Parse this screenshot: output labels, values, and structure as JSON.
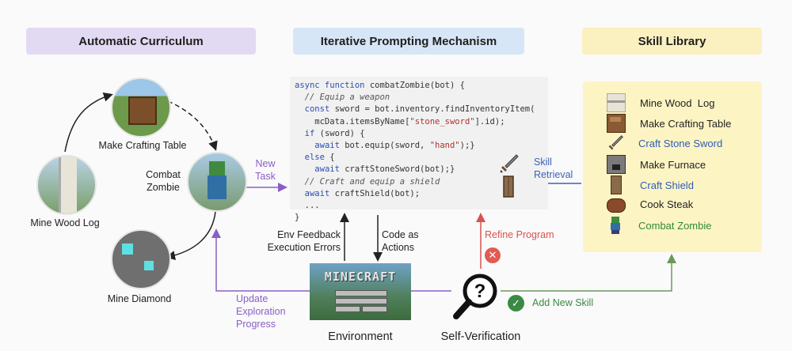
{
  "headers": {
    "curriculum": "Automatic Curriculum",
    "prompting": "Iterative Prompting Mechanism",
    "library": "Skill Library"
  },
  "curriculum_nodes": {
    "wood": "Mine Wood Log",
    "table": "Make Crafting Table",
    "zombie": "Combat\nZombie",
    "diamond": "Mine Diamond"
  },
  "code_lines": [
    "async function combatZombie(bot) {",
    "  // Equip a weapon",
    "  const sword = bot.inventory.findInventoryItem(",
    "    mcData.itemsByName[\"stone_sword\"].id);",
    "  if (sword) {",
    "    await bot.equip(sword, \"hand\");}",
    "  else {",
    "    await craftStoneSword(bot);}",
    "  // Craft and equip a shield",
    "  await craftShield(bot);",
    "  ...",
    "}"
  ],
  "labels": {
    "new_task": "New\nTask",
    "env_feedback": "Env Feedback\nExecution Errors",
    "code_actions": "Code as\nActions",
    "refine": "Refine Program",
    "skill_retrieval": "Skill\nRetrieval",
    "update_progress": "Update\nExploration\nProgress",
    "add_skill": "Add New Skill",
    "environment": "Environment",
    "self_verification": "Self-Verification",
    "minecraft_logo": "MINECRAFT"
  },
  "skills": [
    {
      "name": "Mine Wood  Log",
      "color": "#222222",
      "icon": "birch-log-icon"
    },
    {
      "name": "Make Crafting Table",
      "color": "#222222",
      "icon": "crafting-table-icon"
    },
    {
      "name": "Craft Stone Sword",
      "color": "#2f5db7",
      "icon": "stone-sword-icon"
    },
    {
      "name": "Make Furnace",
      "color": "#222222",
      "icon": "furnace-icon"
    },
    {
      "name": "Craft Shield",
      "color": "#2f5db7",
      "icon": "shield-icon"
    },
    {
      "name": "Cook Steak",
      "color": "#222222",
      "icon": "steak-icon"
    },
    {
      "name": "Combat Zombie",
      "color": "#2f8a3a",
      "icon": "zombie-icon"
    }
  ],
  "colors": {
    "purple": "#8a5fc7",
    "blue": "#3d63b5",
    "red": "#d9534f",
    "green": "#3a8a44",
    "olive": "#6a9a5a"
  }
}
